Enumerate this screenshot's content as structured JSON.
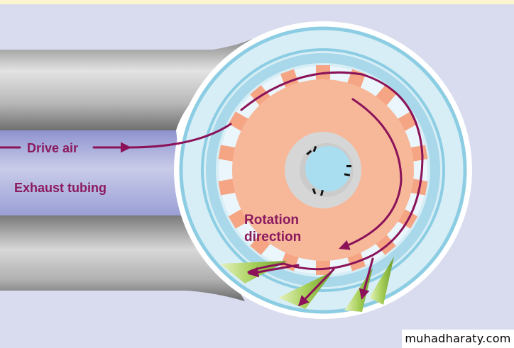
{
  "labels": {
    "drive_air": "Drive air",
    "exhaust_tubing": "Exhaust tubing",
    "rotation_line1": "Rotation",
    "rotation_line2": "direction"
  },
  "watermark": "muhadharaty.com",
  "colors": {
    "background": "#d9dcef",
    "top_strip": "#fbf6cf",
    "label_text": "#8b1a5f",
    "drive_air_arrow": "#8b1259",
    "rotor": "#f7b89a",
    "rotor_blade": "#f5a584",
    "inner_ring": "#a8d8ea",
    "outer_ring": "#8ccde3",
    "hub_ring": "#d6d6d6",
    "hub_center": "#a8def0",
    "tubing": "#8f94cf",
    "exhaust_vent": "#9cc84e"
  }
}
